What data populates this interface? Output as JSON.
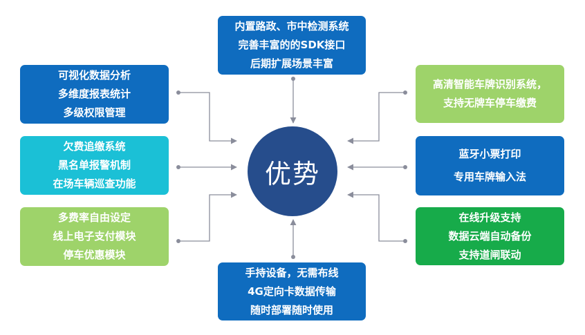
{
  "hub": {
    "label": "优势",
    "color": "#264d8c"
  },
  "boxes": {
    "top": {
      "color": "#0f6cbf",
      "lines": [
        "内置路政、市中检测系统",
        "完善丰富的的SDK接口",
        "后期扩展场景丰富"
      ]
    },
    "bottom": {
      "color": "#0f6cbf",
      "lines": [
        "手持设备，无需布线",
        "4G定向卡数据传输",
        "随时部署随时使用"
      ]
    },
    "left1": {
      "color": "#0f6cbf",
      "lines": [
        "可视化数据分析",
        "多维度报表统计",
        "多级权限管理"
      ]
    },
    "left2": {
      "color": "#1bc0d6",
      "lines": [
        "欠费追缴系统",
        "黑名单报警机制",
        "在场车辆巡查功能"
      ]
    },
    "left3": {
      "color": "#9ed36a",
      "lines": [
        "多费率自由设定",
        "线上电子支付模块",
        "停车优惠模块"
      ]
    },
    "right1": {
      "color": "#9ed36a",
      "lines": [
        "高清智能车牌识别系统，",
        "支持无牌车停车缴费"
      ]
    },
    "right2": {
      "color": "#0f6cbf",
      "lines": [
        "蓝牙小票打印",
        "专用车牌输入法"
      ]
    },
    "right3": {
      "color": "#17ab4a",
      "lines": [
        "在线升级支持",
        "数据云端自动备份",
        "支持道闸联动"
      ]
    }
  },
  "connector_color": "#8a8d9b"
}
